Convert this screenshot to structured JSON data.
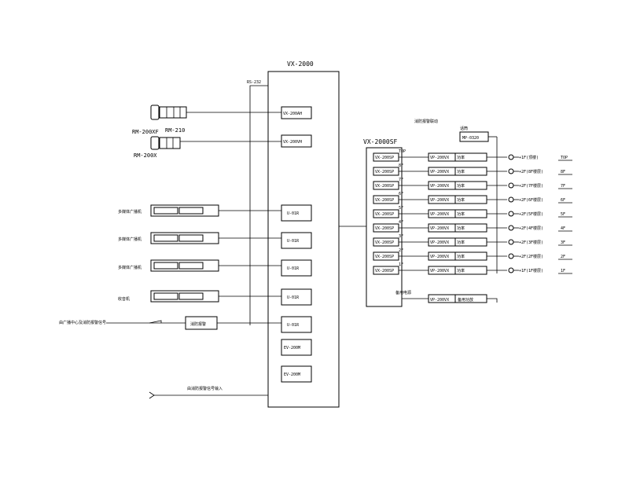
{
  "main_unit": {
    "label": "VX-2000"
  },
  "rs232_label": "RS-232",
  "main_modules": [
    "VX-200AH",
    "VX-200VH",
    "U-01R",
    "U-01R",
    "U-01R",
    "U-01R",
    "U-01R",
    "EV-200M",
    "EV-200M"
  ],
  "remotes": {
    "top_left": "RM-200XF",
    "top_right": "RM-210",
    "bottom": "RM-200X"
  },
  "sources": [
    {
      "label": "多媒体广播机"
    },
    {
      "label": "多媒体广播机"
    },
    {
      "label": "多媒体广播机"
    },
    {
      "label": "收音机"
    }
  ],
  "aux_input": {
    "label": "由广播中心及消防报警信号",
    "box": "消防报警"
  },
  "bottom_input": {
    "label": "由消防报警信号输入"
  },
  "sub_unit": {
    "label": "VX-2000SF",
    "top_note": "消防报警联动",
    "mic_label": "话筒",
    "mic_box": "MP-0320",
    "bottom_left": "备用电源",
    "bottom_amp": "VP-200VX",
    "bottom_box": "备用功放"
  },
  "zones": [
    {
      "sf": "VX-200SP",
      "tag": "TOP",
      "amp": "VP-200VX",
      "box": "功率",
      "desc": "+1F(顶楼)",
      "floor": "TOP"
    },
    {
      "sf": "VX-200SP",
      "tag": "8F",
      "amp": "VP-200VX",
      "box": "功率",
      "desc": "+2F(8F楼层)",
      "floor": "8F"
    },
    {
      "sf": "VX-200SP",
      "tag": "7F",
      "amp": "VP-200VX",
      "box": "功率",
      "desc": "+2F(7F楼层)",
      "floor": "7F"
    },
    {
      "sf": "VX-200SP",
      "tag": "6F",
      "amp": "VP-200VX",
      "box": "功率",
      "desc": "+2F(6F楼层)",
      "floor": "6F"
    },
    {
      "sf": "VX-200SP",
      "tag": "5F",
      "amp": "VP-200VX",
      "box": "功率",
      "desc": "+2F(5F楼层)",
      "floor": "5F"
    },
    {
      "sf": "VX-200SP",
      "tag": "4F",
      "amp": "VP-200VX",
      "box": "功率",
      "desc": "+2F(4F楼层)",
      "floor": "4F"
    },
    {
      "sf": "VX-200SP",
      "tag": "3F",
      "amp": "VP-200VX",
      "box": "功率",
      "desc": "+2F(3F楼层)",
      "floor": "3F"
    },
    {
      "sf": "VX-200SP",
      "tag": "2F",
      "amp": "VP-200VX",
      "box": "功率",
      "desc": "+2F(2F楼层)",
      "floor": "2F"
    },
    {
      "sf": "VX-200SP",
      "tag": "1F",
      "amp": "VP-200VX",
      "box": "功率",
      "desc": "+1F(1F楼层)",
      "floor": "1F"
    }
  ]
}
